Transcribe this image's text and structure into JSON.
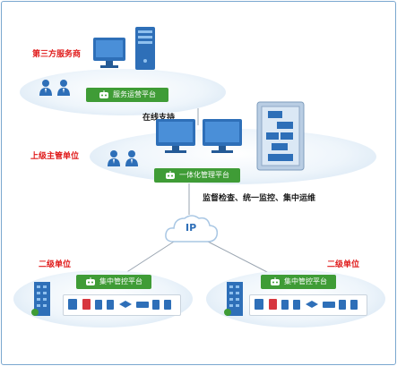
{
  "labels": {
    "third_party": "第三方服务商",
    "superior": "上级主管单位",
    "online_support": "在线支持",
    "supervision": "监督检查、统一监控、集中运维",
    "secondary_left": "二级单位",
    "secondary_right": "二级单位",
    "ip": "IP"
  },
  "platforms": {
    "ops": "服务运营平台",
    "unified": "一体化管理平台",
    "central_left": "集中管控平台",
    "central_right": "集中管控平台"
  },
  "icons": {
    "ops": "robot-icon",
    "unified": "robot-icon",
    "central": "robot-icon",
    "person": "person-icon",
    "server": "server-tower-icon",
    "monitor": "monitor-icon",
    "rack": "server-rack-icon",
    "building": "building-icon",
    "cloud": "cloud-icon"
  },
  "colors": {
    "accent_green": "#3f9c36",
    "label_red": "#e01b1b",
    "device_blue": "#2e6fb8",
    "border_blue": "#7aa7cf"
  }
}
